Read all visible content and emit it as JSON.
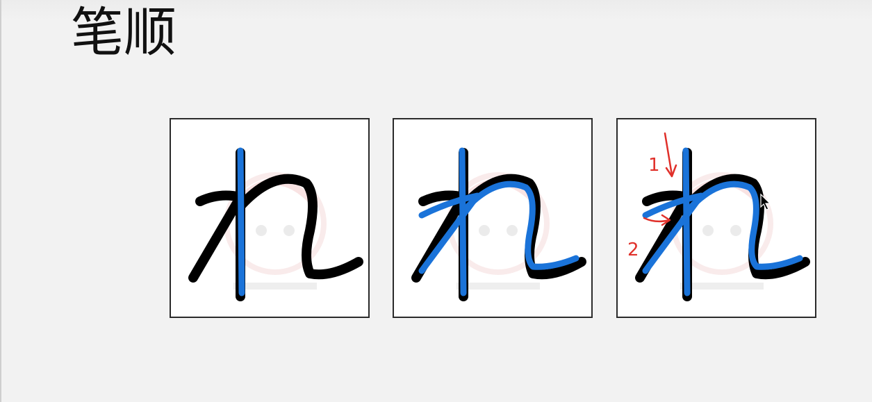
{
  "page": {
    "title": "笔顺"
  },
  "panels": [
    {
      "name": "stroke-order-step-1",
      "strokes_highlighted": 1
    },
    {
      "name": "stroke-order-step-2",
      "strokes_highlighted": 2
    },
    {
      "name": "stroke-order-step-3",
      "strokes_highlighted": 2,
      "annotated": true
    }
  ],
  "annotations": {
    "stroke_number_1": "1",
    "stroke_number_2": "2"
  },
  "colors": {
    "glyph": "#000000",
    "highlight_stroke": "#1a73d9",
    "annotation": "#e0302a"
  },
  "icons": [
    "mouse-cursor-icon",
    "watermark-mascot-icon"
  ]
}
